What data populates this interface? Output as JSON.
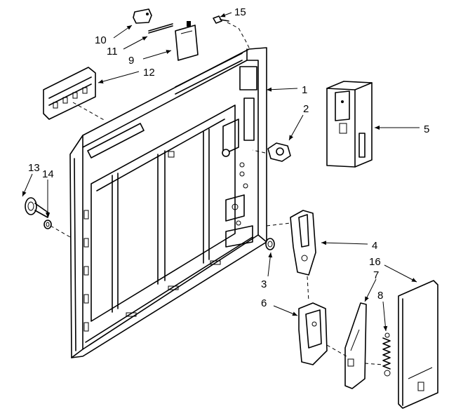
{
  "parts": {
    "p1": {
      "label": "1"
    },
    "p2": {
      "label": "2"
    },
    "p3": {
      "label": "3"
    },
    "p4": {
      "label": "4"
    },
    "p5": {
      "label": "5"
    },
    "p6": {
      "label": "6"
    },
    "p7": {
      "label": "7"
    },
    "p8": {
      "label": "8"
    },
    "p9": {
      "label": "9"
    },
    "p10": {
      "label": "10"
    },
    "p11": {
      "label": "11"
    },
    "p12": {
      "label": "12"
    },
    "p13": {
      "label": "13"
    },
    "p14": {
      "label": "14"
    },
    "p15": {
      "label": "15"
    },
    "p16": {
      "label": "16"
    }
  }
}
